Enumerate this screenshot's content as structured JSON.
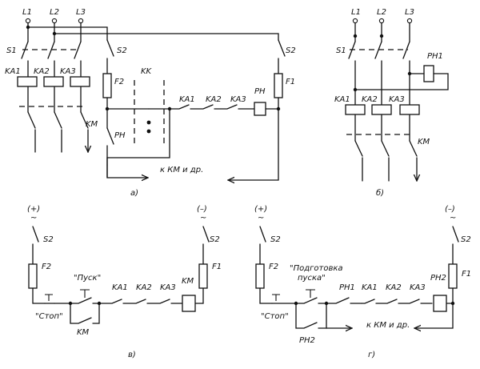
{
  "diagram_a": {
    "phase_labels": [
      "L1",
      "L2",
      "L3"
    ],
    "switch_s1": "S1",
    "switch_s2_left": "S2",
    "switch_s2_right": "S2",
    "relays": [
      "KA1",
      "KA2",
      "KA3"
    ],
    "fuse_f2": "F2",
    "fuse_f1": "F1",
    "contactor": "KM",
    "button_kk": "KK",
    "relay_ph_coil": "PH",
    "relay_ph_contact": "PH",
    "contacts": [
      "KA1",
      "KA2",
      "KA3"
    ],
    "arrow_label": "к КМ и др.",
    "caption": "а)"
  },
  "diagram_b": {
    "phase_labels": [
      "L1",
      "L2",
      "L3"
    ],
    "switch_s1": "S1",
    "relay_ph1": "PH1",
    "relays": [
      "KA1",
      "KA2",
      "KA3"
    ],
    "contactor": "KM",
    "caption": "б)"
  },
  "diagram_v": {
    "plus": "(+)",
    "minus": "(–)",
    "tilde_left": "~",
    "tilde_right": "~",
    "switch_left": "S2",
    "switch_right": "S2",
    "fuse_f2": "F2",
    "fuse_f1": "F1",
    "start_button": "\"Пуск\"",
    "stop_button": "\"Стоп\"",
    "contacts": [
      "KA1",
      "KA2",
      "KA3"
    ],
    "coil": "KM",
    "hold_contact": "KM",
    "caption": "в)"
  },
  "diagram_g": {
    "plus": "(+)",
    "minus": "(–)",
    "tilde_left": "~",
    "tilde_right": "~",
    "switch_left": "S2",
    "switch_right": "S2",
    "fuse_f2": "F2",
    "fuse_f1": "F1",
    "prep_button_line1": "\"Подготовка",
    "prep_button_line2": "пуска\"",
    "stop_button": "\"Стоп\"",
    "ph1_contact": "PH1",
    "contacts": [
      "KA1",
      "KA2",
      "KA3"
    ],
    "ph2_coil": "PH2",
    "ph2_contact": "PH2",
    "arrow_label": "к КМ и др.",
    "caption": "г)"
  }
}
